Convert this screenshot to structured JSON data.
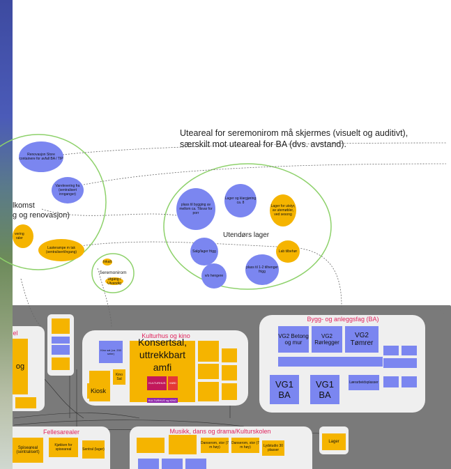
{
  "note": {
    "line1": "Uteareal for seremonirom må skjermes (visuelt og auditivt),",
    "line2": "særskilt mot uteareal for BA (dvs. avstand)."
  },
  "left_group": {
    "label_line1": "lkomst",
    "label_line2": "g og renovasjon)",
    "blob_renovasjon": "Renovasjon Store containere for avfall BA / TIP",
    "blob_varelevering": "Varelevering fra (sentralisert innganger)",
    "blob_lasterampe": "Lasterampe m tak (sentralisert/ingang)",
    "blob_edge_1": "vering",
    "blob_edge_2": "raler"
  },
  "seremonirom": {
    "label": "Seremonirom",
    "blob_top": "Inkalt",
    "blob_bottom": "Utgang / Utvendig"
  },
  "lager": {
    "label": "Utendørs lager",
    "blob_1": "plass til bygging av mellom ca. Tilsvar for porr",
    "blob_2": "Lager og klargjøring ca. 8",
    "blob_3": "Lager for utstyr, av utemøbler, ved sesong",
    "blob_4": "Salg/lager frigg",
    "blob_5": "Lab tilbehør",
    "blob_6": "plass til 1-2 tilhenger frigg",
    "blob_7": "v/o hengere"
  },
  "kulturhus": {
    "title": "Kulturhus og kino",
    "konsertsal": "Konsertsal, uttrekkbart amfi",
    "kino_1": "Kino sal (ca. 200 seter)",
    "kino_2": "Kino Sal",
    "kiosk": "Kiosk",
    "tag1": "KULTURHUS",
    "tag1b": "MØD",
    "tag2": "KULTURHUS og KINO"
  },
  "bygg": {
    "title": "Bygg- og anleggsfag (BA)",
    "vg2_betong": "VG2 Betong og mur",
    "vg2_ror": "VG2 Rørlegger",
    "vg2_tomrer": "VG2 Tømrer",
    "vg1_a": "VG1 BA",
    "vg1_b": "VG1 BA",
    "lasere": "Lærarbeidsplasser"
  },
  "felles": {
    "title": "Fellesarealer",
    "spiseareal": "Spiseareal (sentralisert)",
    "kjokken": "Kjøkken for spiseareal",
    "sentral": "Sentral (lager)"
  },
  "musikk": {
    "title": "Musikk, dans og drama/Kulturskolen",
    "room1": "Danserom, stor (7 m høy)",
    "room2": "Danserom, stor (7 m høy)",
    "room3": "Lydstudio 30 plasser"
  },
  "misc": {
    "lager": "Lager",
    "left_og": "og",
    "left_edge": "el"
  },
  "colors": {
    "purple": "#7b86f0",
    "yellow": "#f5b400",
    "green_outline": "#8dd16a",
    "panel_dark": "#7a7a7a",
    "panel_light": "#efefef",
    "title_red": "#e0245e"
  }
}
